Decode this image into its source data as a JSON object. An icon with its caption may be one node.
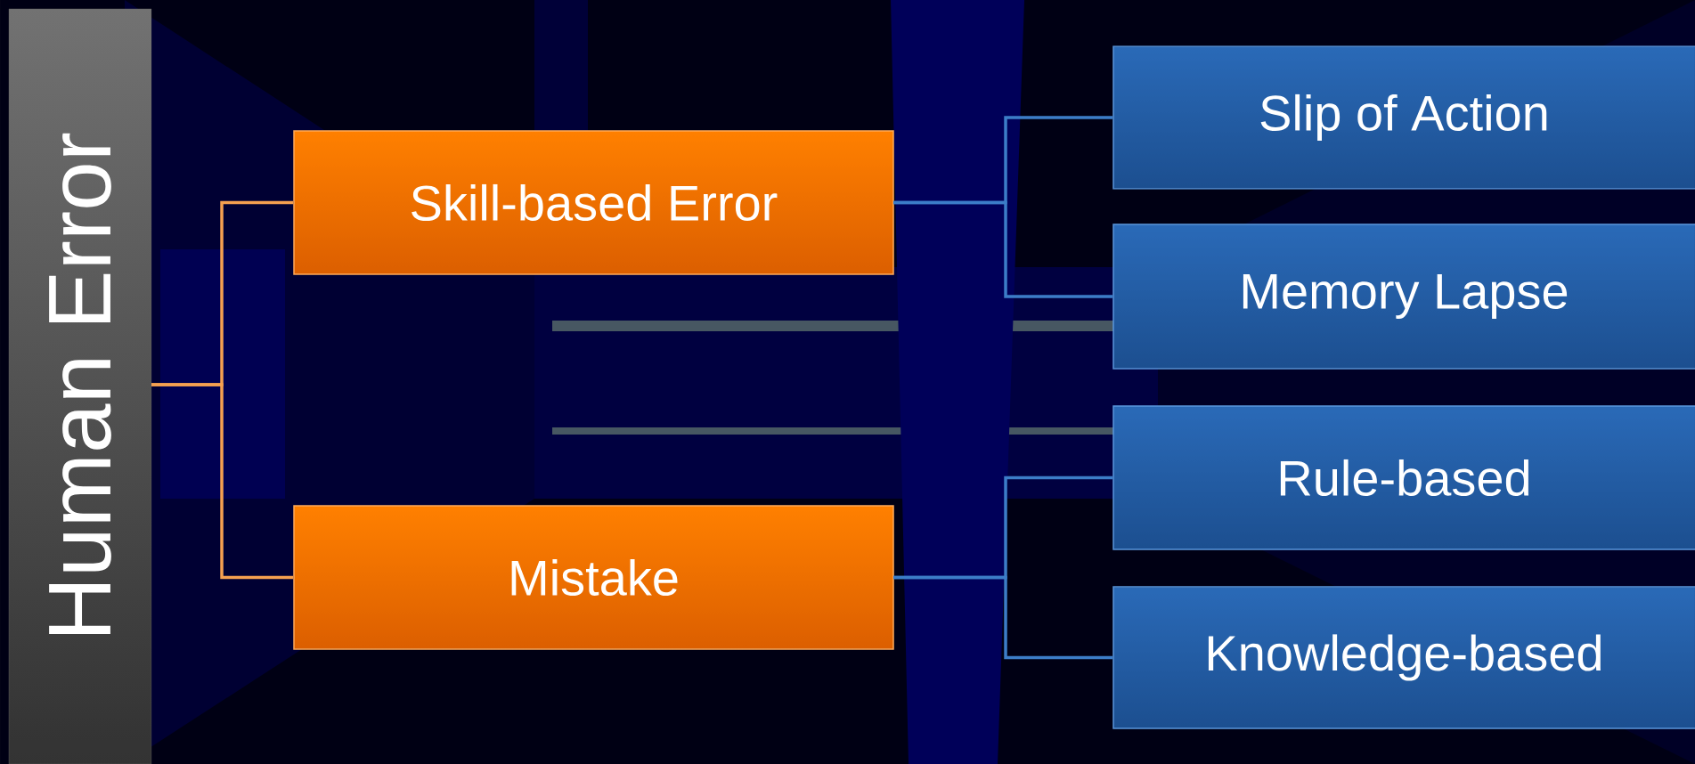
{
  "diagram": {
    "nodes": [
      {
        "text": [
          "Human Error"
        ]
      },
      {
        "text": [
          "Skill-based Error"
        ]
      },
      {
        "text": [
          "Mistake"
        ]
      },
      {
        "text": [
          "Slip of Action"
        ]
      },
      {
        "text": [
          "Memory Lapse"
        ]
      },
      {
        "text": [
          "Rule-based"
        ]
      },
      {
        "text": [
          "Knowledge-based"
        ]
      }
    ],
    "edges": [
      {
        "from": 0,
        "to": 1,
        "arrow": "none",
        "color": "#f5a050"
      },
      {
        "from": 0,
        "to": 2,
        "arrow": "none",
        "color": "#f5a050"
      },
      {
        "from": 1,
        "to": 3,
        "arrow": "none"
      },
      {
        "from": 1,
        "to": 4,
        "arrow": "none"
      },
      {
        "from": 2,
        "to": 5,
        "arrow": "none"
      },
      {
        "from": 2,
        "to": 6,
        "arrow": "none"
      }
    ]
  }
}
